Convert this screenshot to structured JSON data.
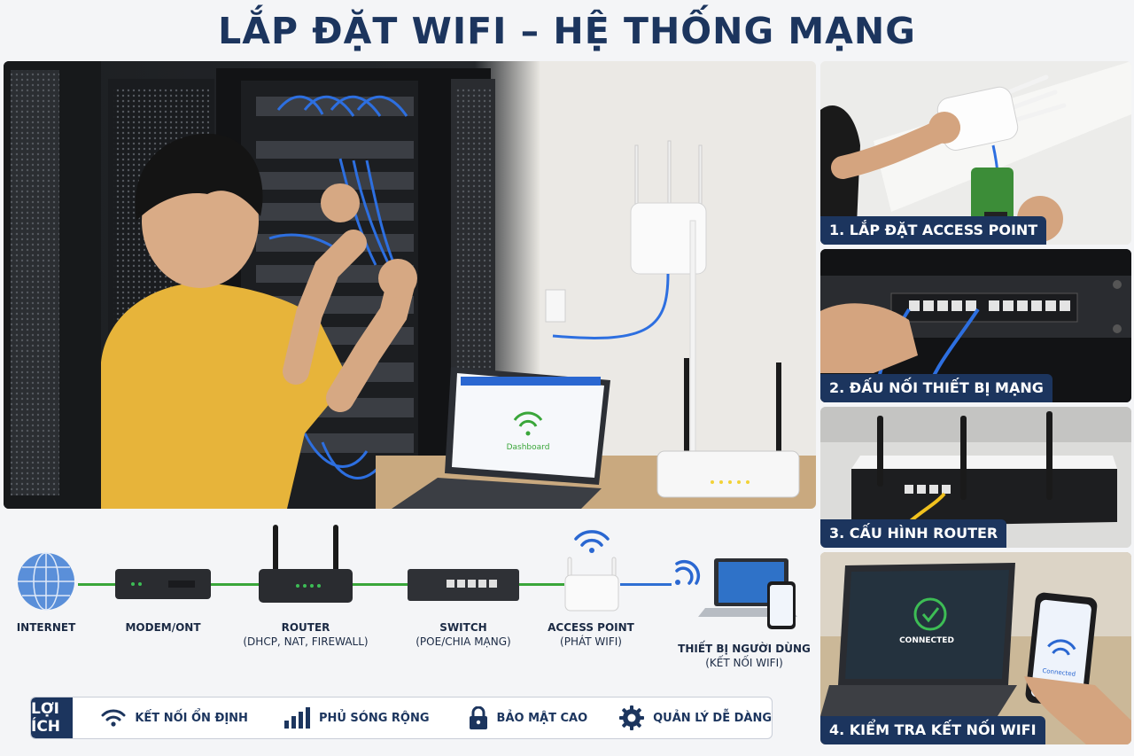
{
  "title": "LẮP ĐẶT WIFI – HỆ THỐNG MẠNG",
  "steps": [
    {
      "label": "1. LẮP ĐẶT ACCESS POINT"
    },
    {
      "label": "2. ĐẤU NỐI THIẾT BỊ MẠNG"
    },
    {
      "label": "3. CẤU HÌNH ROUTER"
    },
    {
      "label": "4. KIỂM TRA KẾT NỐI WIFI",
      "screen_text": "CONNECTED",
      "phone_text": "Connected"
    }
  ],
  "main_laptop_text": "Dashboard",
  "flow": [
    {
      "name": "INTERNET",
      "sub": ""
    },
    {
      "name": "MODEM/ONT",
      "sub": ""
    },
    {
      "name": "ROUTER",
      "sub": "(DHCP, NAT, FIREWALL)"
    },
    {
      "name": "SWITCH",
      "sub": "(POE/CHIA MẠNG)"
    },
    {
      "name": "ACCESS POINT",
      "sub": "(PHÁT WIFI)"
    },
    {
      "name": "THIẾT BỊ NGƯỜI DÙNG",
      "sub": "(KẾT NỐI WIFI)"
    }
  ],
  "benefits": {
    "head": "LỢI ÍCH",
    "items": [
      {
        "label": "KẾT NỐI ỔN ĐỊNH",
        "icon": "wifi-icon"
      },
      {
        "label": "PHỦ SÓNG RỘNG",
        "icon": "signal-bars-icon"
      },
      {
        "label": "BẢO MẬT CAO",
        "icon": "lock-icon"
      },
      {
        "label": "QUẢN LÝ DỄ DÀNG",
        "icon": "gear-icon"
      }
    ]
  },
  "colors": {
    "navy": "#1c355e",
    "green_line": "#3aa63a",
    "blue_line": "#2f6fd3",
    "shirt": "#e7b43a"
  }
}
